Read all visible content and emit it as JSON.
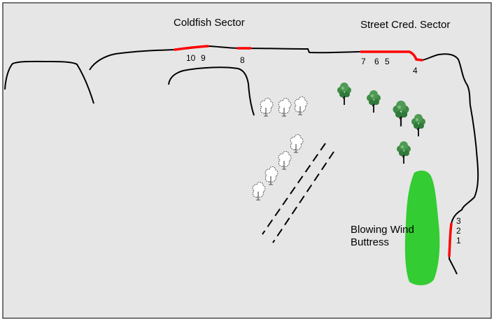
{
  "colors": {
    "background": "#e6e6e6",
    "frame": "#4a4a4a",
    "cliff_line": "#000000",
    "route_highlight": "#ff0000",
    "buttress_fill": "#33cc33",
    "tree_foliage": "#3f8a45",
    "tree_trunk": "#1a1a1a"
  },
  "sectors": {
    "coldfish": "Coldfish Sector",
    "street_cred": "Street Cred. Sector"
  },
  "buttress": {
    "line1": "Blowing Wind",
    "line2": "Buttress"
  },
  "routes": {
    "r10": "10",
    "r9": "9",
    "r8": "8",
    "r7": "7",
    "r6": "6",
    "r5": "5",
    "r4": "4",
    "r3": "3",
    "r2": "2",
    "r1": "1"
  },
  "icons": {
    "filled_tree": "tree-icon",
    "outline_tree": "tree-outline-icon"
  }
}
